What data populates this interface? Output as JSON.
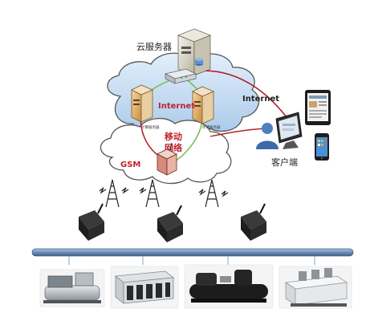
{
  "labels": {
    "cloud_server": "云服务器",
    "internet_center": "Internet",
    "internet_right": "Internet",
    "mobile_network_line1": "移动",
    "mobile_network_line2": "网络",
    "gsm": "GSM",
    "client": "客户端",
    "server_left_tag": "计算服务器",
    "server_right_tag": "存储服务器"
  },
  "colors": {
    "cloud_fill": "#c9dff4",
    "cloud_stroke": "#555555",
    "bus_bar": "#6f8fb8",
    "link_red": "#b3222b",
    "link_green": "#7bbf5a",
    "red_text": "#c0202a"
  },
  "counts": {
    "towers": 3,
    "modems": 3,
    "equipment": 4
  }
}
